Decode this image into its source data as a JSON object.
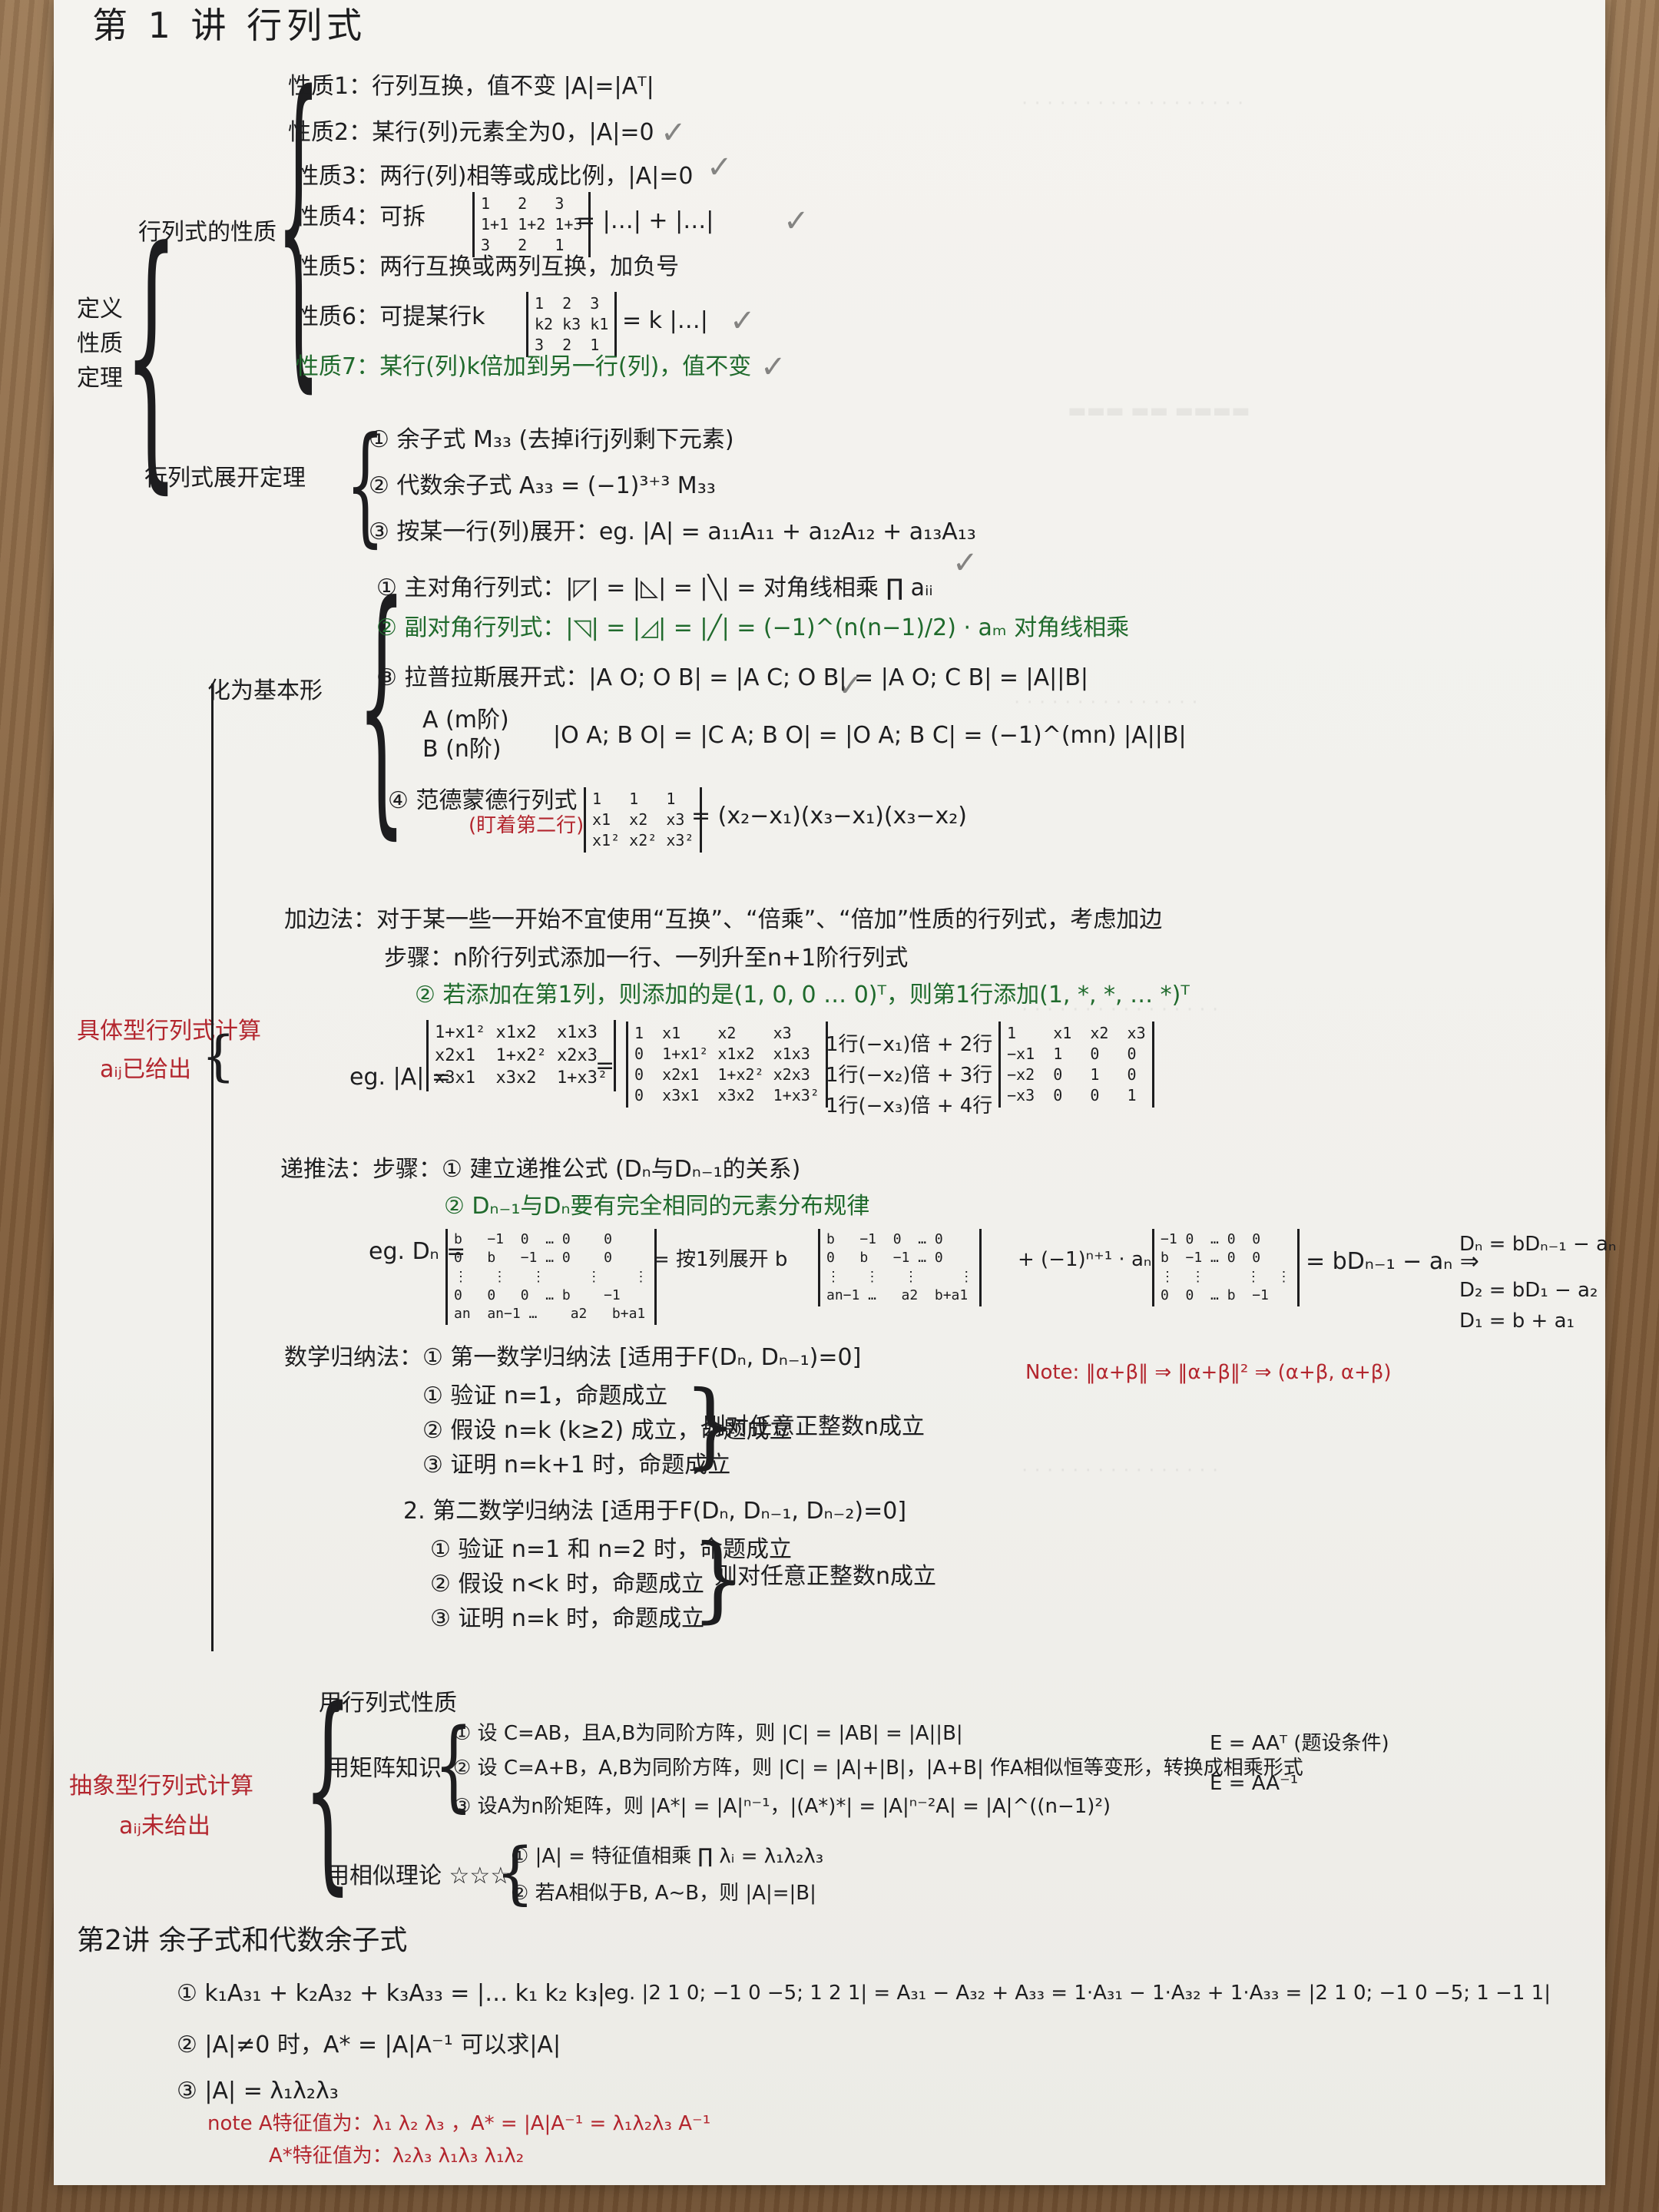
{
  "page": {
    "lecture1_title": "第 1 讲   行列式",
    "root_label": [
      "定义",
      "性质",
      "定理"
    ],
    "section_properties": "行列式的性质",
    "properties": [
      "性质1：行列互换，值不变 |A|=|Aᵀ|",
      "性质2：某行(列)元素全为0，|A|=0",
      "性质3：两行(列)相等或成比例，|A|=0",
      "性质4：可拆",
      "性质5：两行互换或两列互换，加负号",
      "性质6：可提某行k",
      "性质7：某行(列)k倍加到另一行(列)，值不变"
    ],
    "p4_tail": "= |…| + |…|",
    "p6_tail": "= k |…|",
    "section_expansion": "行列式展开定理",
    "expansion": [
      "① 余子式 M₃₃   (去掉i行j列剩下元素)",
      "② 代数余子式 A₃₃ = (−1)³⁺³ M₃₃",
      "③ 按某一行(列)展开：eg. |A| = a₁₁A₁₁ + a₁₂A₁₂ + a₁₃A₁₃"
    ],
    "concrete_label": [
      "具体型行列式计算",
      "aᵢⱼ已给出"
    ],
    "basic_form_label": "化为基本形",
    "basic_forms": [
      "① 主对角行列式：|◸| = |◺| = |╲| = 对角线相乘 ∏ aᵢᵢ",
      "② 副对角行列式：|◹| = |◿| = |╱| = (−1)^(n(n−1)/2) · aₘ 对角线相乘",
      "③ 拉普拉斯展开式：|A O; O B| = |A C; O B| = |A O; C B| = |A||B|",
      "A (m阶)",
      "B (n阶)",
      "|O A; B O| = |C A; B O| = |O A; B C| = (−1)^(mn) |A||B|",
      "④ 范德蒙德行列式",
      "(盯着第二行)",
      "= (x₂−x₁)(x₃−x₁)(x₃−x₂)"
    ],
    "add_edge": [
      "加边法：对于某一些一开始不宜使用“互换”、“倍乘”、“倍加”性质的行列式，考虑加边",
      "步骤：n阶行列式添加一行、一列升至n+1阶行列式",
      "② 若添加在第1列，则添加的是(1, 0, 0 … 0)ᵀ，则第1行添加(1, *, *, … *)ᵀ",
      "eg. |A| =",
      "1行(−x₁)倍 + 2行",
      "1行(−x₂)倍 + 3行",
      "1行(−x₃)倍 + 4行"
    ],
    "recursion": [
      "递推法：步骤：① 建立递推公式 (Dₙ与Dₙ₋₁的关系)",
      "② Dₙ₋₁与Dₙ要有完全相同的元素分布规律",
      "eg. Dₙ =",
      "= 按1列展开 b",
      "+ (−1)ⁿ⁺¹ · aₙ",
      "= bDₙ₋₁ − aₙ  ⇒",
      "Dₙ = bDₙ₋₁ − aₙ",
      "D₂ = bD₁ − a₂",
      "D₁ = b + a₁"
    ],
    "induction": [
      "数学归纳法：① 第一数学归纳法 [适用于F(Dₙ, Dₙ₋₁)=0]",
      "① 验证 n=1，命题成立",
      "② 假设 n=k (k≥2) 成立，命题成立",
      "③ 证明 n=k+1 时，命题成立",
      "则对任意正整数n成立",
      "2. 第二数学归纳法 [适用于F(Dₙ, Dₙ₋₁, Dₙ₋₂)=0]",
      "① 验证 n=1 和 n=2 时，命题成立",
      "② 假设 n<k 时，命题成立",
      "③ 证明 n=k 时，命题成立",
      "则对任意正整数n成立"
    ],
    "note_norm": "Note: ‖α+β‖ ⇒ ‖α+β‖² ⇒ (α+β, α+β)",
    "abstract_label": [
      "抽象型行列式计算",
      "aᵢⱼ未给出"
    ],
    "abstract": [
      "用行列式性质",
      "用矩阵知识",
      "① 设 C=AB，且A,B为同阶方阵，则 |C| = |AB| = |A||B|",
      "② 设 C=A+B，A,B为同阶方阵，则 |C| = |A|+|B|，|A+B| 作A相似恒等变形，转换成相乘形式",
      "③ 设A为n阶矩阵，则 |A*| = |A|ⁿ⁻¹，|(A*)*| = |A|ⁿ⁻²A| = |A|^((n−1)²)",
      "E = AAᵀ (题设条件)",
      "E = AA⁻¹",
      "用相似理论 ☆☆☆",
      "① |A| = 特征值相乘 ∏ λᵢ = λ₁λ₂λ₃",
      "② 若A相似于B, A∼B，则 |A|=|B|"
    ],
    "lecture2_title": "第2讲   余子式和代数余子式",
    "lecture2": [
      "① k₁A₃₁ + k₂A₃₂ + k₃A₃₃ = |… k₁ k₂ k₃|",
      ", eg. |2 1 0; −1 0 −5; 1 2 1| = A₃₁ − A₃₂ + A₃₃ = 1·A₃₁ − 1·A₃₂ + 1·A₃₃ = |2 1 0; −1 0 −5; 1 −1 1|",
      "② |A|≠0 时，A* = |A|A⁻¹ 可以求|A|",
      "③ |A| = λ₁λ₂λ₃",
      "note  A特征值为：λ₁ λ₂ λ₃ ，A* = |A|A⁻¹ = λ₁λ₂λ₃ A⁻¹",
      "A*特征值为：λ₂λ₃  λ₁λ₃  λ₁λ₂"
    ]
  }
}
